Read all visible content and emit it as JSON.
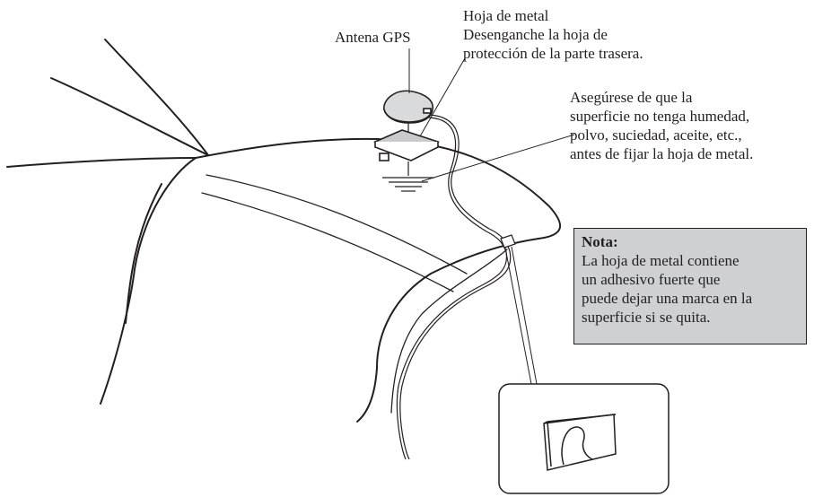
{
  "labels": {
    "antenna": "Antena GPS",
    "metal_sheet_title": "Hoja de metal",
    "metal_sheet_lines": [
      "Desenganche la hoja de",
      "protección de la parte trasera."
    ],
    "surface_lines": [
      "Asegúrese de que la",
      "superficie no tenga humedad,",
      "polvo, suciedad, aceite, etc.,",
      "antes de fijar la hoja de metal."
    ]
  },
  "note": {
    "title": "Nota:",
    "lines": [
      "La hoja de metal contiene",
      "un adhesivo fuerte que",
      "puede dejar una marca en la",
      "superficie si se quita."
    ]
  },
  "colors": {
    "ink": "#231f20",
    "note_background": "#cfd0d2",
    "antenna_fill": "#d9dadb",
    "sheet_fill": "#c9cacc"
  }
}
